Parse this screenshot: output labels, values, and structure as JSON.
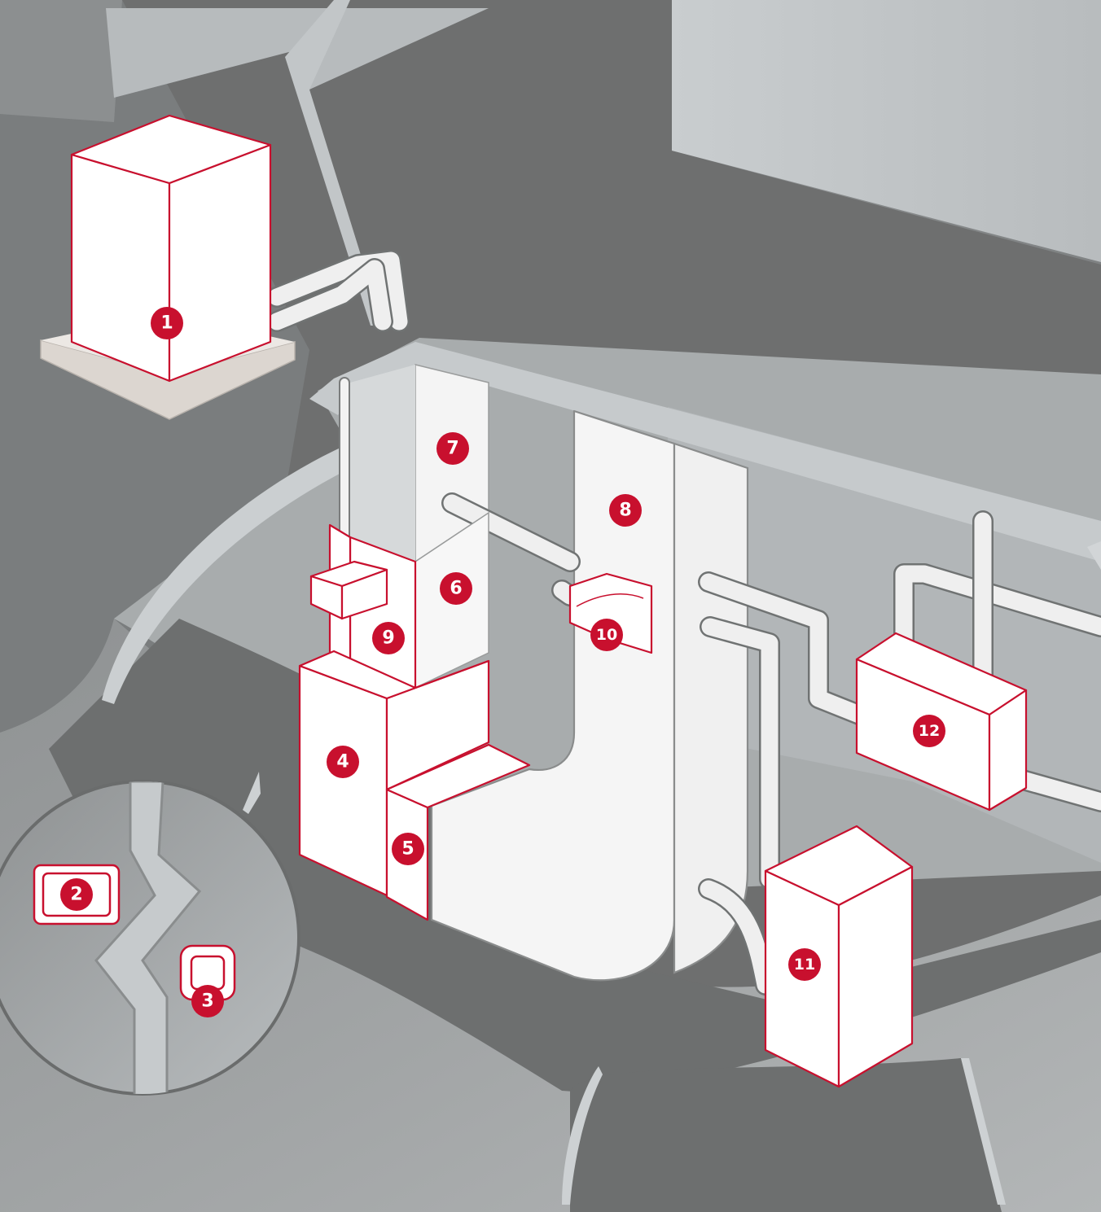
{
  "colors": {
    "accent": "#c8102e",
    "equipment": "#ffffff",
    "background_dark": "#6e6f6f",
    "structure": "#c4c9cc"
  },
  "labels": {
    "n1": "1",
    "n2": "2",
    "n3": "3",
    "n4": "4",
    "n5": "5",
    "n6": "6",
    "n7": "7",
    "n8": "8",
    "n9": "9",
    "n10": "10",
    "n11": "11",
    "n12": "12"
  }
}
